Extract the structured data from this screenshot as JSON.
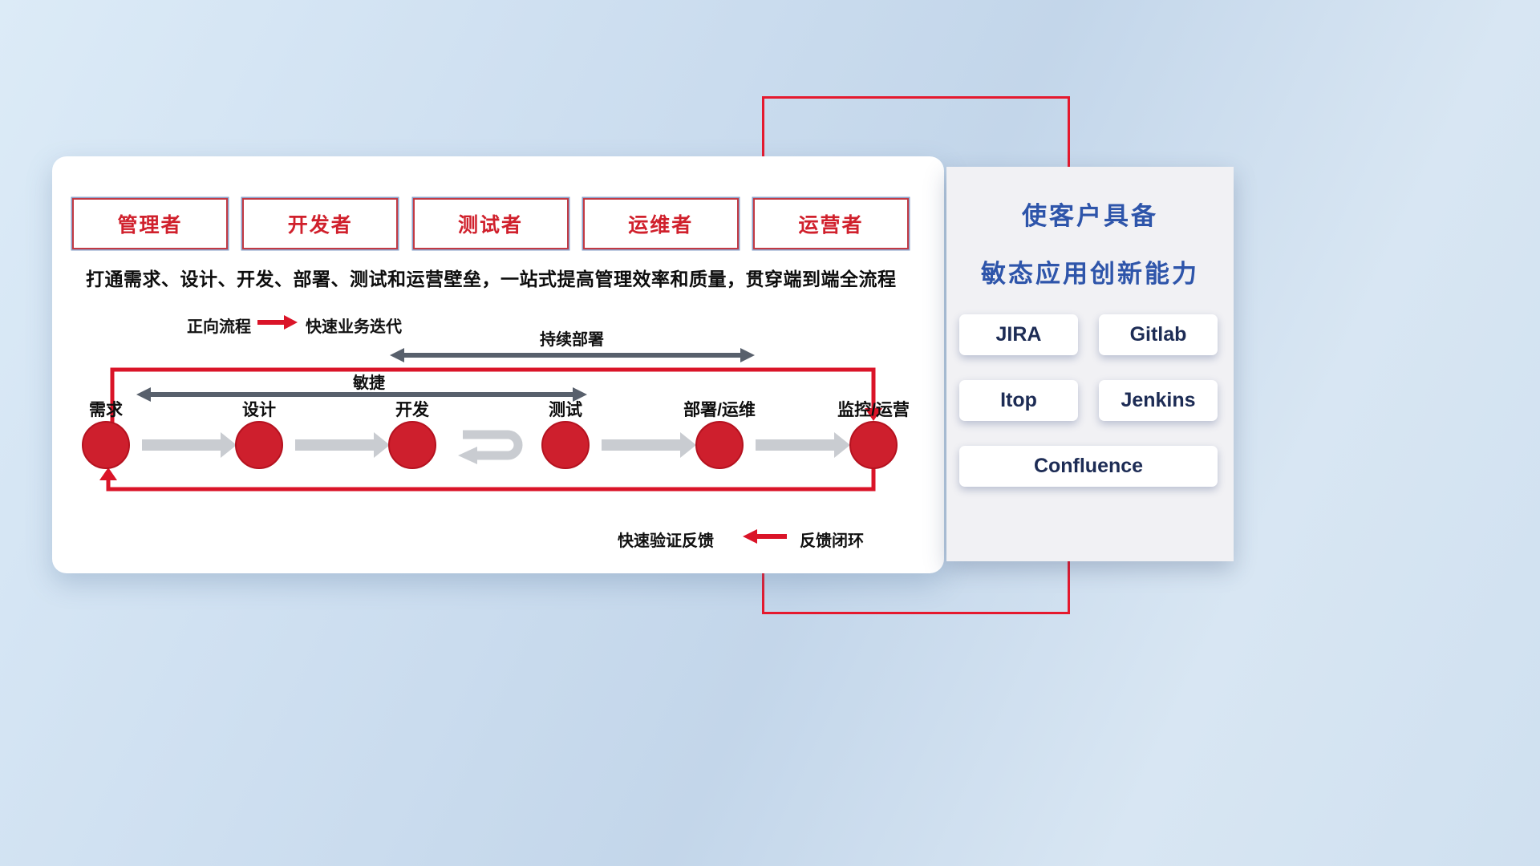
{
  "roles": [
    "管理者",
    "开发者",
    "测试者",
    "运维者",
    "运营者"
  ],
  "subtitle": "打通需求、设计、开发、部署、测试和运营壁垒，一站式提高管理效率和质量，贯穿端到端全流程",
  "legends": {
    "forward_label": "正向流程",
    "forward_desc": "快速业务迭代",
    "feedback_text": "快速验证反馈",
    "feedback_label": "反馈闭环"
  },
  "spans": {
    "agile": "敏捷",
    "cd": "持续部署"
  },
  "stages": [
    "需求",
    "设计",
    "开发",
    "测试",
    "部署/运维",
    "监控/运营"
  ],
  "panel": {
    "title_line1": "使客户具备",
    "title_line2": "敏态应用创新能力",
    "tools": [
      "JIRA",
      "Gitlab",
      "Itop",
      "Jenkins",
      "Confluence"
    ]
  },
  "colors": {
    "accent_red": "#da1428",
    "circle_red": "#ce1f2d",
    "title_blue": "#2e55aa",
    "tool_navy": "#1d2c55",
    "gray_arrow": "#c9ccd1",
    "dark_arrow": "#58606c"
  }
}
